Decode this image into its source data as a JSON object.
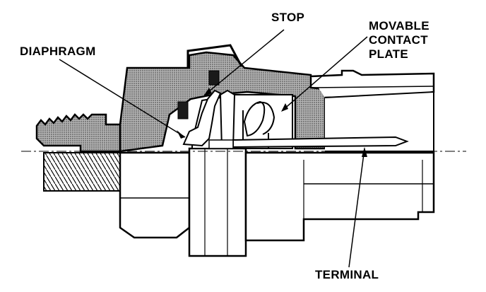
{
  "labels": {
    "stop": "STOP",
    "diaphragm": "DIAPHRAGM",
    "movable_1": "MOVABLE",
    "movable_2": "CONTACT",
    "movable_3": "PLATE",
    "terminal": "TERMINAL"
  },
  "colors": {
    "ink": "#000000",
    "shade": "#9a9a9a",
    "paper": "#ffffff",
    "seal": "#1a1a1a"
  }
}
